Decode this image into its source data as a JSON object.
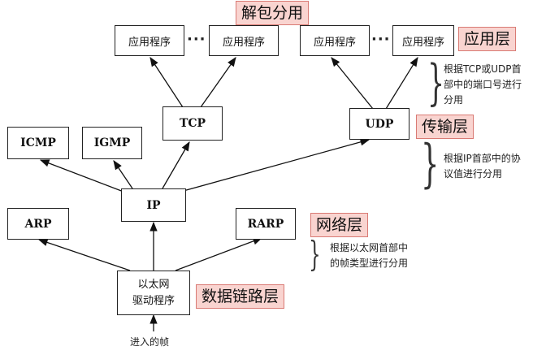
{
  "nodes": {
    "app1": "应用程序",
    "app2": "应用程序",
    "app3": "应用程序",
    "app4": "应用程序",
    "tcp": "TCP",
    "udp": "UDP",
    "icmp": "ICMP",
    "igmp": "IGMP",
    "ip": "IP",
    "arp": "ARP",
    "rarp": "RARP",
    "driver_line1": "以太网",
    "driver_line2": "驱动程序",
    "ellipsis_left": "···",
    "ellipsis_right": "···"
  },
  "tags": {
    "demux": "解包分用",
    "application_layer": "应用层",
    "transport_layer": "传输层",
    "network_layer": "网络层",
    "datalink_layer": "数据链路层"
  },
  "notes": {
    "port_line1": "根据TCP或UDP首",
    "port_line2": "部中的端口号进行",
    "port_line3": "分用",
    "ip_line1": "根据IP首部中的协",
    "ip_line2": "议值进行分用",
    "eth_line1": "根据以太网首部中",
    "eth_line2": "的帧类型进行分用"
  },
  "incoming": "进入的帧",
  "colors": {
    "tag_fill": "#f9d4d0",
    "tag_border": "#d97a74",
    "line": "#111111"
  }
}
